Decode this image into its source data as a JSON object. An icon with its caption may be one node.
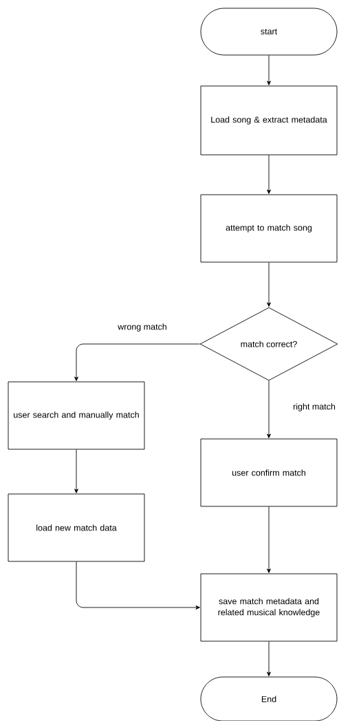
{
  "diagram": {
    "nodes": [
      {
        "text": [
          "start"
        ]
      },
      {
        "text": [
          "Load song & extract metadata"
        ]
      },
      {
        "text": [
          "attempt to match song"
        ]
      },
      {
        "text": [
          "match correct?"
        ]
      },
      {
        "text": [
          "user search and manually match"
        ]
      },
      {
        "text": [
          "load new match data"
        ]
      },
      {
        "text": [
          "user confirm match"
        ]
      },
      {
        "text": [
          "save match metadata and related musical knowledge"
        ]
      },
      {
        "text": [
          "End"
        ]
      }
    ],
    "edges": [
      {
        "from": 0,
        "to": 1,
        "arrow": "to"
      },
      {
        "from": 1,
        "to": 2,
        "arrow": "to"
      },
      {
        "from": 2,
        "to": 3,
        "arrow": "to"
      },
      {
        "from": 3,
        "to": 4,
        "arrow": "to",
        "label": "wrong match"
      },
      {
        "from": 3,
        "to": 6,
        "arrow": "to",
        "label": "right match"
      },
      {
        "from": 4,
        "to": 5,
        "arrow": "to"
      },
      {
        "from": 6,
        "to": 7,
        "arrow": "to"
      },
      {
        "from": 5,
        "to": 7,
        "arrow": "to"
      },
      {
        "from": 7,
        "to": 8,
        "arrow": "to"
      }
    ]
  }
}
